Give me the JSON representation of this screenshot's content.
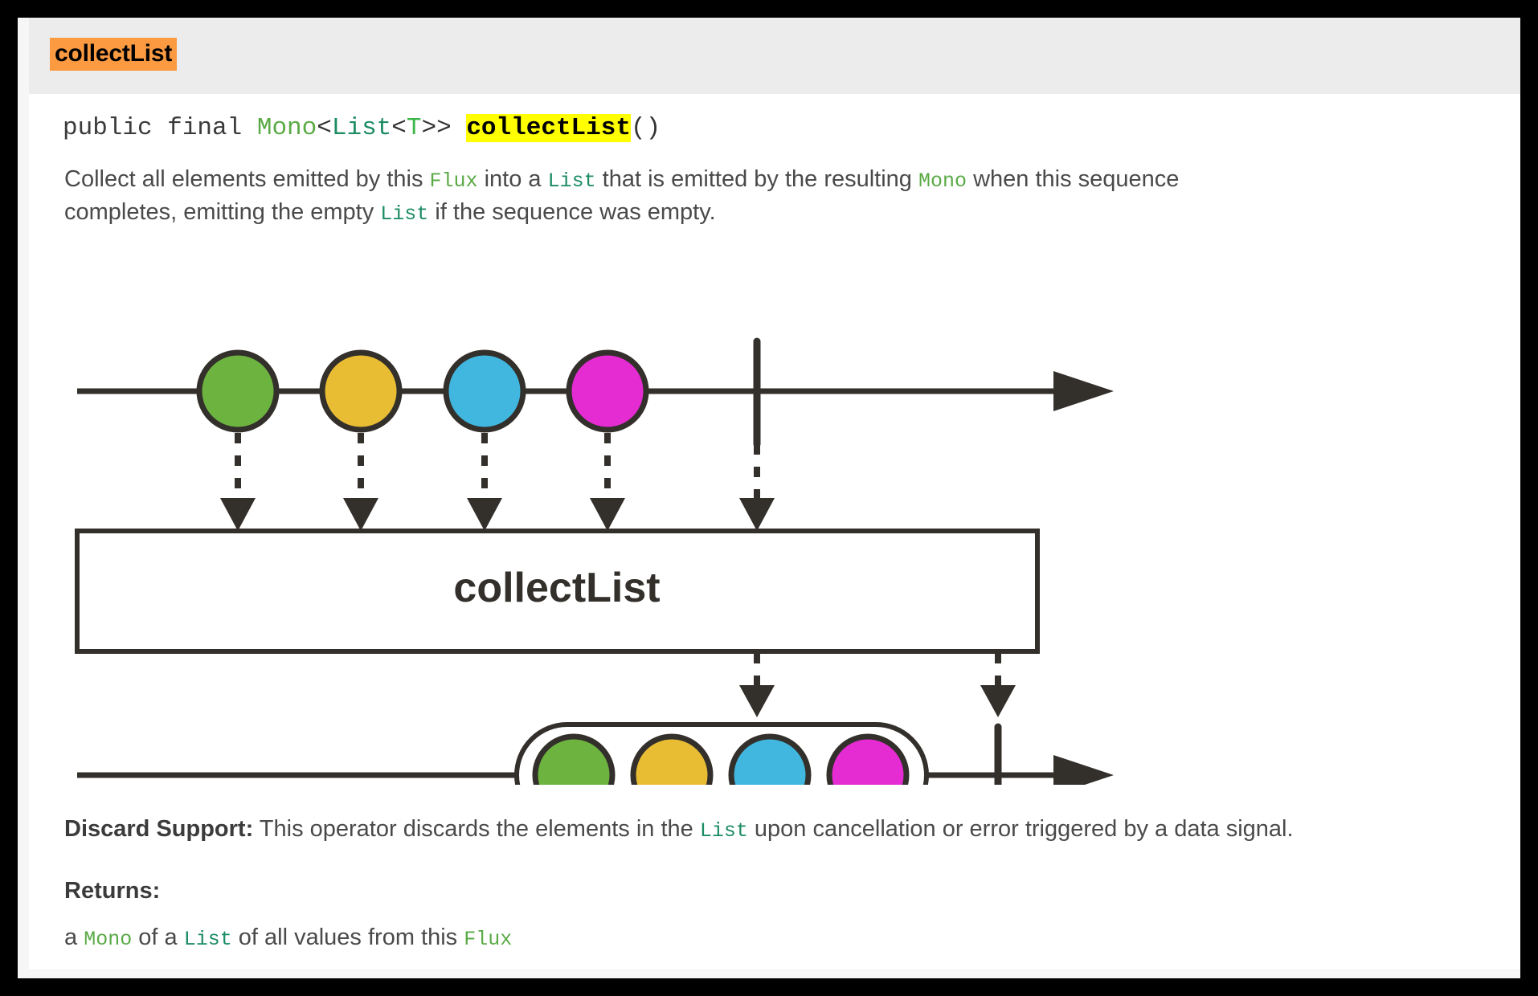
{
  "header": {
    "operator_name": "collectList"
  },
  "signature": {
    "modifiers": "public final ",
    "return_type_outer": "Mono",
    "generic_open": "<",
    "return_type_inner": "List",
    "generic_open2": "<",
    "type_param": "T",
    "generic_close": ">> ",
    "method_name": "collectList",
    "parens": "()"
  },
  "description": {
    "part1": "Collect all elements emitted by this ",
    "code1": "Flux",
    "part2": " into a ",
    "code2": "List",
    "part3": " that is emitted by the resulting ",
    "code3": "Mono",
    "part4": " when this sequence completes, emitting the empty ",
    "code4": "List",
    "part5": " if the sequence was empty."
  },
  "diagram": {
    "operator_label": "collectList",
    "source_marbles": [
      {
        "color": "#6cb33f",
        "label": "green-marble"
      },
      {
        "color": "#e8bd34",
        "label": "amber-marble"
      },
      {
        "color": "#41b6de",
        "label": "blue-marble"
      },
      {
        "color": "#e52bd2",
        "label": "magenta-marble"
      }
    ],
    "output_marbles": [
      {
        "color": "#6cb33f",
        "label": "green-marble"
      },
      {
        "color": "#e8bd34",
        "label": "amber-marble"
      },
      {
        "color": "#41b6de",
        "label": "blue-marble"
      },
      {
        "color": "#e52bd2",
        "label": "magenta-marble"
      }
    ],
    "stroke_color": "#332f2b",
    "completion_symbol": "|"
  },
  "discard_support": {
    "heading": "Discard Support:",
    "part1": " This operator discards the elements in the ",
    "code1": "List",
    "part2": " upon cancellation or error triggered by a data signal."
  },
  "returns": {
    "heading": "Returns:",
    "part1": "a ",
    "code1": "Mono",
    "part2": " of a ",
    "code2": "List",
    "part3": " of all values from this ",
    "code3": "Flux"
  },
  "colors": {
    "highlight_title": "#fb9a40",
    "highlight_method": "#ffff00",
    "header_band": "#ececec",
    "page_background": "#f6f6f6",
    "card_background": "#ffffff",
    "text": "#4a4a4a",
    "diagram_stroke": "#332f2b"
  }
}
